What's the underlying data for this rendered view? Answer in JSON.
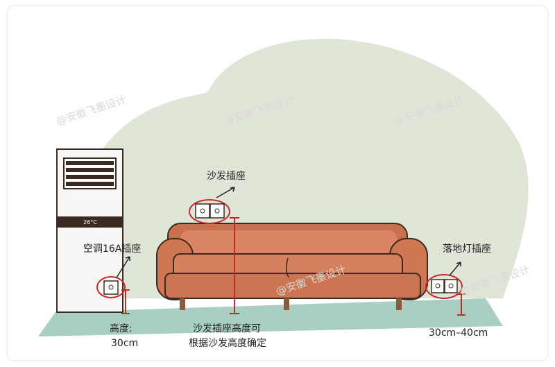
{
  "labels": {
    "sofa_socket": "沙发插座",
    "ac_socket": "空调16A插座",
    "floor_lamp_socket": "落地灯插座",
    "ac_height_label": "高度:",
    "ac_height_value": "30cm",
    "sofa_note_line1": "沙发插座高度可",
    "sofa_note_line2": "根据沙发高度确定",
    "lamp_height": "30cm–40cm"
  },
  "ac_panel_text": "26°C",
  "watermark": "@安徽飞墨设计",
  "colors": {
    "wall_blob": "#dfe6d8",
    "floor": "#a9cfc4",
    "sofa": "#d47a55",
    "sofa_dark": "#b8603f",
    "marker": "#c42a2a",
    "outline": "#3a2a22"
  }
}
